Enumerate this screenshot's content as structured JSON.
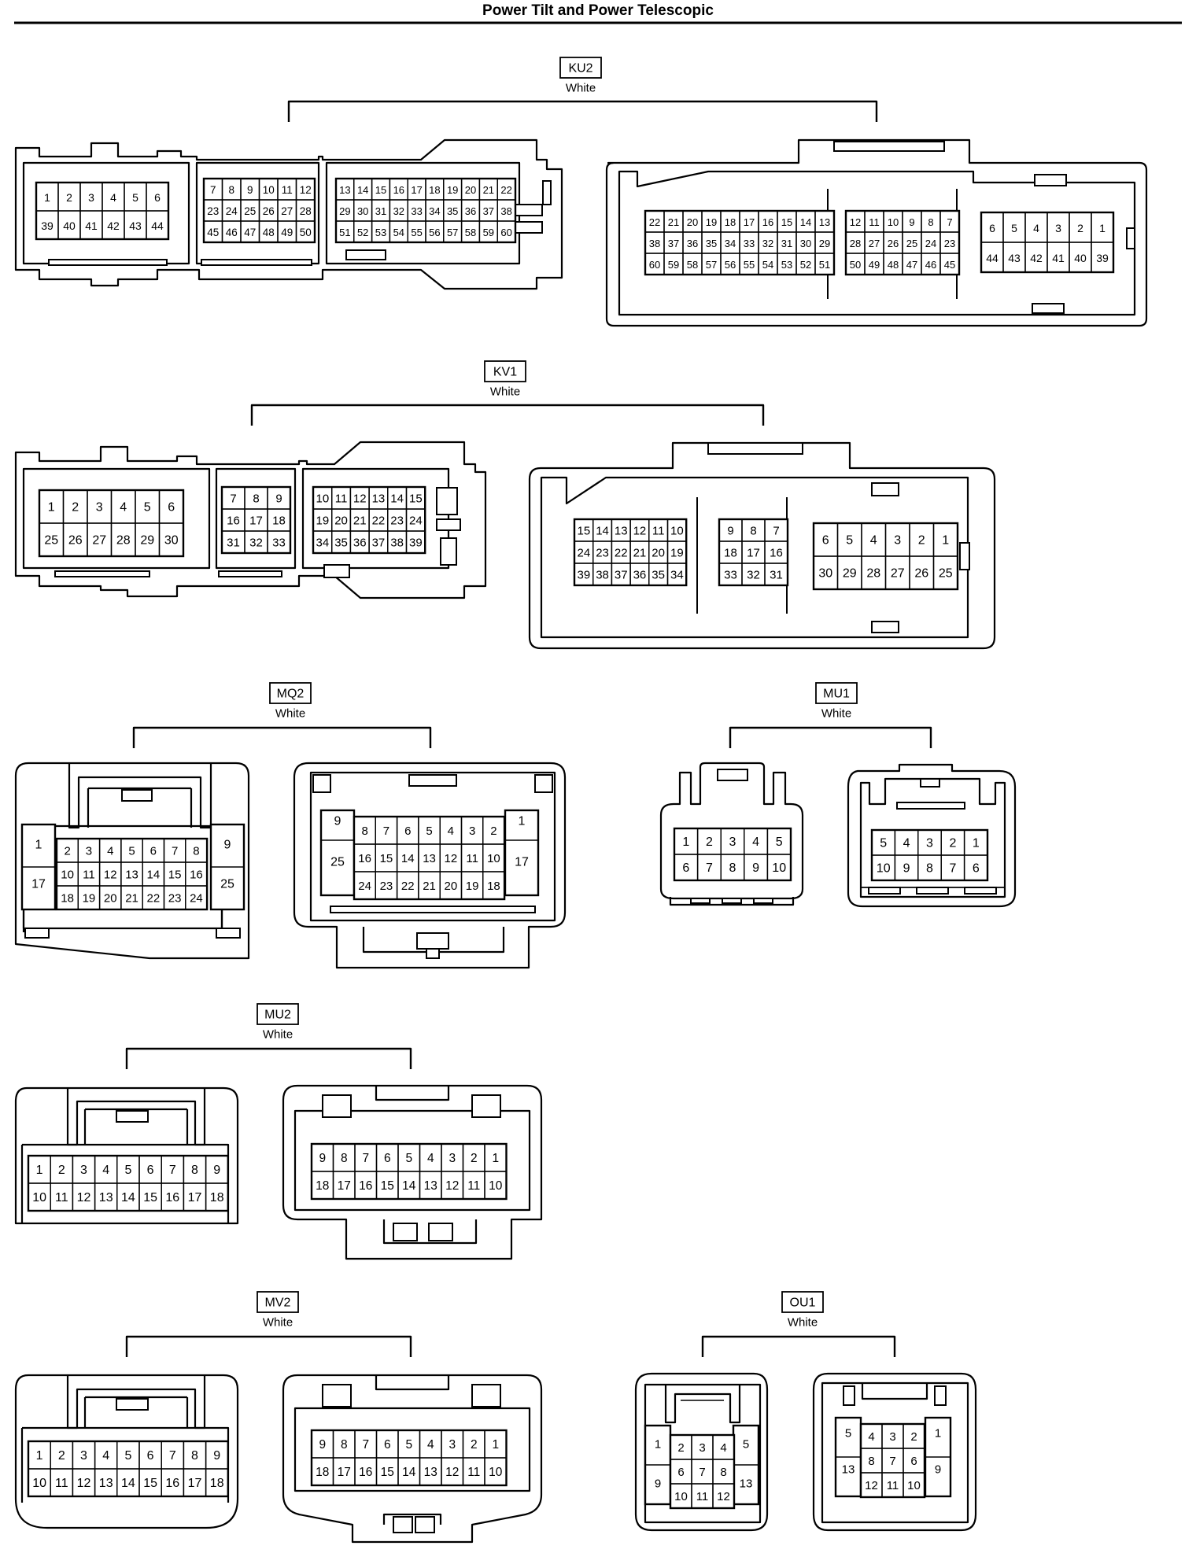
{
  "title": "Power Tilt and Power Telescopic",
  "connectors": [
    {
      "name": "KU2",
      "color": "White",
      "views": [
        {
          "blocks": [
            {
              "rows": [
                [
                  "1",
                  "2",
                  "3",
                  "4",
                  "5",
                  "6"
                ],
                [
                  "39",
                  "40",
                  "41",
                  "42",
                  "43",
                  "44"
                ]
              ]
            },
            {
              "rows": [
                [
                  "7",
                  "8",
                  "9",
                  "10",
                  "11",
                  "12"
                ],
                [
                  "23",
                  "24",
                  "25",
                  "26",
                  "27",
                  "28"
                ],
                [
                  "45",
                  "46",
                  "47",
                  "48",
                  "49",
                  "50"
                ]
              ]
            },
            {
              "rows": [
                [
                  "13",
                  "14",
                  "15",
                  "16",
                  "17",
                  "18",
                  "19",
                  "20",
                  "21",
                  "22"
                ],
                [
                  "29",
                  "30",
                  "31",
                  "32",
                  "33",
                  "34",
                  "35",
                  "36",
                  "37",
                  "38"
                ],
                [
                  "51",
                  "52",
                  "53",
                  "54",
                  "55",
                  "56",
                  "57",
                  "58",
                  "59",
                  "60"
                ]
              ]
            }
          ]
        },
        {
          "blocks": [
            {
              "rows": [
                [
                  "22",
                  "21",
                  "20",
                  "19",
                  "18",
                  "17",
                  "16",
                  "15",
                  "14",
                  "13"
                ],
                [
                  "38",
                  "37",
                  "36",
                  "35",
                  "34",
                  "33",
                  "32",
                  "31",
                  "30",
                  "29"
                ],
                [
                  "60",
                  "59",
                  "58",
                  "57",
                  "56",
                  "55",
                  "54",
                  "53",
                  "52",
                  "51"
                ]
              ]
            },
            {
              "rows": [
                [
                  "12",
                  "11",
                  "10",
                  "9",
                  "8",
                  "7"
                ],
                [
                  "28",
                  "27",
                  "26",
                  "25",
                  "24",
                  "23"
                ],
                [
                  "50",
                  "49",
                  "48",
                  "47",
                  "46",
                  "45"
                ]
              ]
            },
            {
              "rows": [
                [
                  "6",
                  "5",
                  "4",
                  "3",
                  "2",
                  "1"
                ],
                [
                  "44",
                  "43",
                  "42",
                  "41",
                  "40",
                  "39"
                ]
              ]
            }
          ]
        }
      ]
    },
    {
      "name": "KV1",
      "color": "White",
      "views": [
        {
          "blocks": [
            {
              "rows": [
                [
                  "1",
                  "2",
                  "3",
                  "4",
                  "5",
                  "6"
                ],
                [
                  "25",
                  "26",
                  "27",
                  "28",
                  "29",
                  "30"
                ]
              ]
            },
            {
              "rows": [
                [
                  "7",
                  "8",
                  "9"
                ],
                [
                  "16",
                  "17",
                  "18"
                ],
                [
                  "31",
                  "32",
                  "33"
                ]
              ]
            },
            {
              "rows": [
                [
                  "10",
                  "11",
                  "12",
                  "13",
                  "14",
                  "15"
                ],
                [
                  "19",
                  "20",
                  "21",
                  "22",
                  "23",
                  "24"
                ],
                [
                  "34",
                  "35",
                  "36",
                  "37",
                  "38",
                  "39"
                ]
              ]
            }
          ]
        },
        {
          "blocks": [
            {
              "rows": [
                [
                  "15",
                  "14",
                  "13",
                  "12",
                  "11",
                  "10"
                ],
                [
                  "24",
                  "23",
                  "22",
                  "21",
                  "20",
                  "19"
                ],
                [
                  "39",
                  "38",
                  "37",
                  "36",
                  "35",
                  "34"
                ]
              ]
            },
            {
              "rows": [
                [
                  "9",
                  "8",
                  "7"
                ],
                [
                  "18",
                  "17",
                  "16"
                ],
                [
                  "33",
                  "32",
                  "31"
                ]
              ]
            },
            {
              "rows": [
                [
                  "6",
                  "5",
                  "4",
                  "3",
                  "2",
                  "1"
                ],
                [
                  "30",
                  "29",
                  "28",
                  "27",
                  "26",
                  "25"
                ]
              ]
            }
          ]
        }
      ]
    },
    {
      "name": "MQ2",
      "color": "White",
      "views": [
        {
          "sides": [
            [
              "1",
              "17"
            ],
            [
              "9",
              "25"
            ]
          ],
          "rows": [
            [
              "2",
              "3",
              "4",
              "5",
              "6",
              "7",
              "8"
            ],
            [
              "10",
              "11",
              "12",
              "13",
              "14",
              "15",
              "16"
            ],
            [
              "18",
              "19",
              "20",
              "21",
              "22",
              "23",
              "24"
            ]
          ]
        },
        {
          "sides": [
            [
              "9",
              "25"
            ],
            [
              "1",
              "17"
            ]
          ],
          "rows": [
            [
              "8",
              "7",
              "6",
              "5",
              "4",
              "3",
              "2"
            ],
            [
              "16",
              "15",
              "14",
              "13",
              "12",
              "11",
              "10"
            ],
            [
              "24",
              "23",
              "22",
              "21",
              "20",
              "19",
              "18"
            ]
          ]
        }
      ]
    },
    {
      "name": "MU1",
      "color": "White",
      "views": [
        {
          "rows": [
            [
              "1",
              "2",
              "3",
              "4",
              "5"
            ],
            [
              "6",
              "7",
              "8",
              "9",
              "10"
            ]
          ]
        },
        {
          "rows": [
            [
              "5",
              "4",
              "3",
              "2",
              "1"
            ],
            [
              "10",
              "9",
              "8",
              "7",
              "6"
            ]
          ]
        }
      ]
    },
    {
      "name": "MU2",
      "color": "White",
      "views": [
        {
          "rows": [
            [
              "1",
              "2",
              "3",
              "4",
              "5",
              "6",
              "7",
              "8",
              "9"
            ],
            [
              "10",
              "11",
              "12",
              "13",
              "14",
              "15",
              "16",
              "17",
              "18"
            ]
          ]
        },
        {
          "rows": [
            [
              "9",
              "8",
              "7",
              "6",
              "5",
              "4",
              "3",
              "2",
              "1"
            ],
            [
              "18",
              "17",
              "16",
              "15",
              "14",
              "13",
              "12",
              "11",
              "10"
            ]
          ]
        }
      ]
    },
    {
      "name": "MV2",
      "color": "White",
      "views": [
        {
          "rows": [
            [
              "1",
              "2",
              "3",
              "4",
              "5",
              "6",
              "7",
              "8",
              "9"
            ],
            [
              "10",
              "11",
              "12",
              "13",
              "14",
              "15",
              "16",
              "17",
              "18"
            ]
          ]
        },
        {
          "rows": [
            [
              "9",
              "8",
              "7",
              "6",
              "5",
              "4",
              "3",
              "2",
              "1"
            ],
            [
              "18",
              "17",
              "16",
              "15",
              "14",
              "13",
              "12",
              "11",
              "10"
            ]
          ]
        }
      ]
    },
    {
      "name": "OU1",
      "color": "White",
      "views": [
        {
          "left": [
            "1",
            "9"
          ],
          "right": [
            "5",
            "13"
          ],
          "rows": [
            [
              "2",
              "3",
              "4"
            ],
            [
              "6",
              "7",
              "8"
            ],
            [
              "10",
              "11",
              "12"
            ]
          ]
        },
        {
          "left": [
            "5",
            "13"
          ],
          "right": [
            "1",
            "9"
          ],
          "rows": [
            [
              "4",
              "3",
              "2"
            ],
            [
              "8",
              "7",
              "6"
            ],
            [
              "12",
              "11",
              "10"
            ]
          ]
        }
      ]
    }
  ],
  "icons": {
    "connector_shape": "connector-housing-outline"
  }
}
